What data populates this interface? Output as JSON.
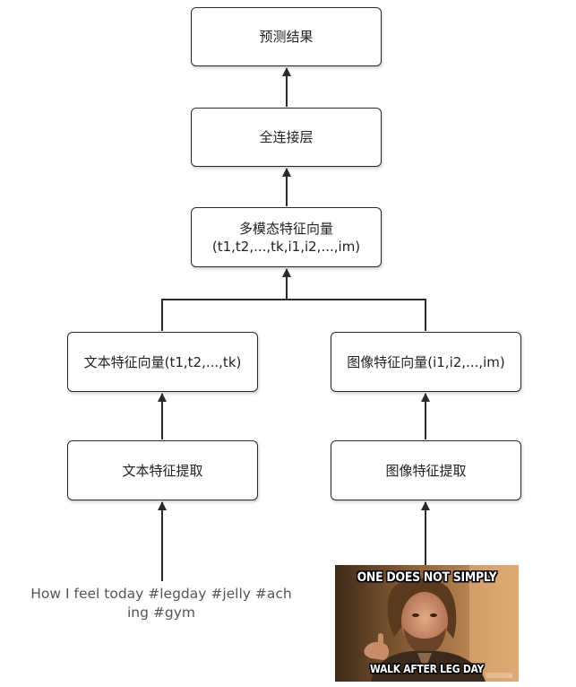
{
  "nodes": {
    "prediction_result": {
      "lines": [
        "预测结果"
      ]
    },
    "fully_connected_layer": {
      "lines": [
        "全连接层"
      ]
    },
    "multimodal_feature_vector": {
      "lines": [
        "多模态特征向量",
        "(t1,t2,...,tk,i1,i2,...,im)"
      ]
    },
    "text_feature_vector": {
      "lines": [
        "文本特征向量(t1,t2,...,tk)"
      ]
    },
    "image_feature_vector": {
      "lines": [
        "图像特征向量(i1,i2,...,im)"
      ]
    },
    "text_feature_extraction": {
      "lines": [
        "文本特征提取"
      ]
    },
    "image_feature_extraction": {
      "lines": [
        "图像特征提取"
      ]
    }
  },
  "input_text": {
    "lines": [
      "How I feel today #legday #jelly #ach",
      "ing #gym"
    ]
  },
  "input_image": {
    "top_caption": "ONE DOES NOT SIMPLY",
    "bottom_caption": "WALK AFTER LEG DAY"
  },
  "colors": {
    "node_border": "#2a2a2a",
    "arrow": "#2a2a2a",
    "caption_text": "#555555"
  }
}
